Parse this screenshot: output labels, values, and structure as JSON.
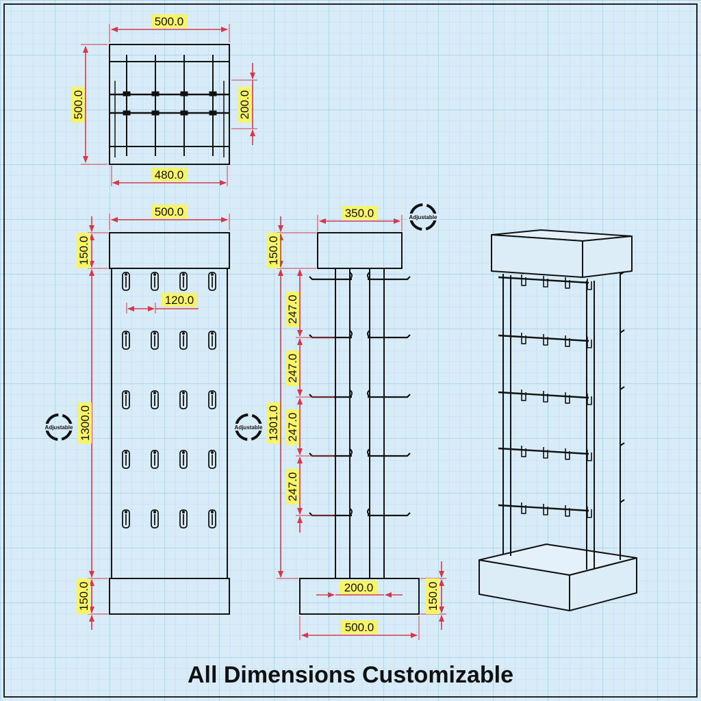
{
  "footer": "All Dimensions Customizable",
  "badge_label": "Adjustable",
  "colors": {
    "dim_line": "#d9364a",
    "label_bg": "#f7f46a",
    "ink": "#111111",
    "paper": "#d8ecf8",
    "grid": "#a9cde6"
  },
  "top_view": {
    "width_top": "500.0",
    "height": "500.0",
    "inner": "200.0",
    "width_bottom": "480.0"
  },
  "front_view": {
    "width": "500.0",
    "header_h": "150.0",
    "body_h": "1300.0",
    "hook_pitch": "120.0",
    "base_h": "150.0"
  },
  "side_view": {
    "header_w": "350.0",
    "header_h": "150.0",
    "total_h": "1301.0",
    "pitch1": "247.0",
    "pitch2": "247.0",
    "pitch3": "247.0",
    "pitch4": "247.0",
    "post_gap": "200.0",
    "base_h": "150.0",
    "base_w": "500.0"
  }
}
